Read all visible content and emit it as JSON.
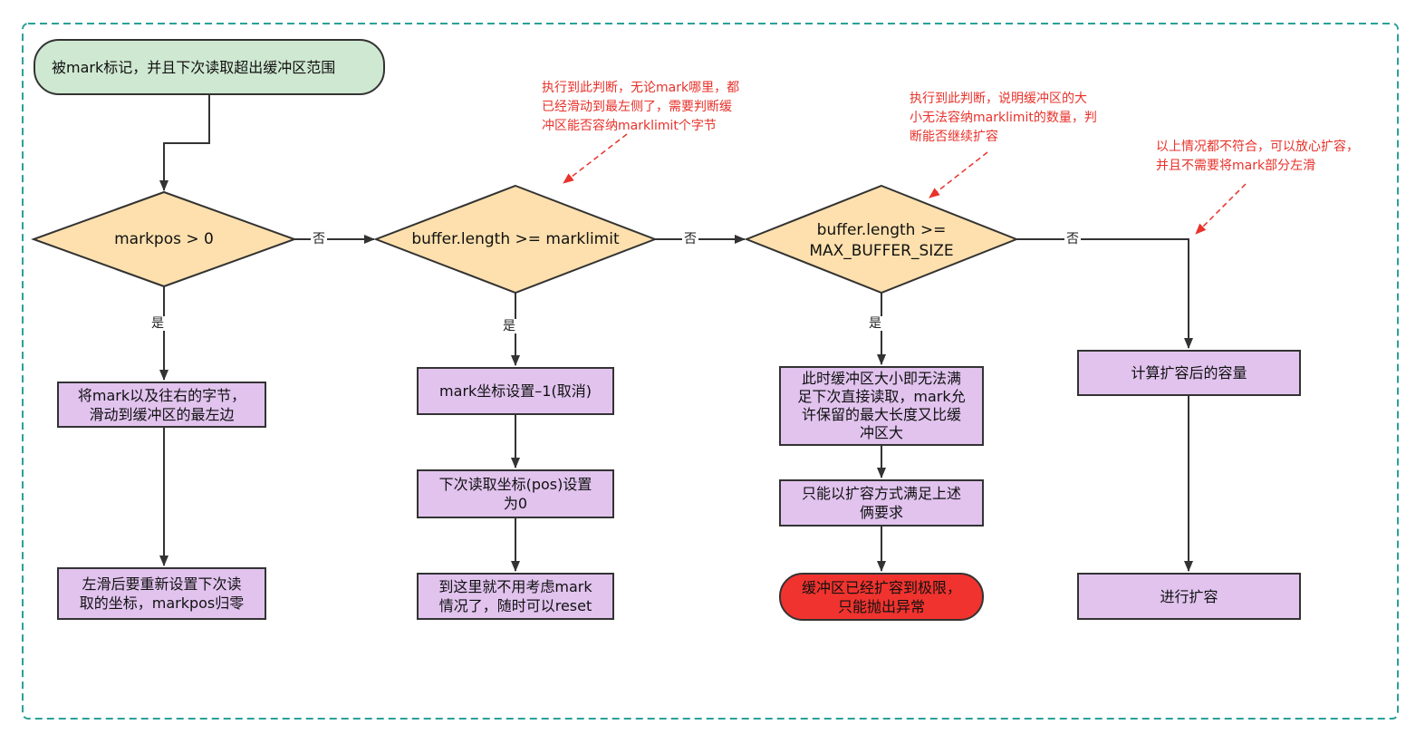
{
  "colors": {
    "container_border": "#2aa198",
    "start_fill": "#cfe8d1",
    "decision_fill": "#fde0ad",
    "process_fill": "#e1c3ee",
    "terminal_fill": "#f0332e",
    "note_text": "#e8322b",
    "stroke": "#333333"
  },
  "start": {
    "text": "被mark标记，并且下次读取超出缓冲区范围"
  },
  "decisions": {
    "d1": {
      "text": "markpos > 0"
    },
    "d2": {
      "text": "buffer.length >= marklimit"
    },
    "d3": {
      "line1": "buffer.length >=",
      "line2": "MAX_BUFFER_SIZE"
    }
  },
  "edge_labels": {
    "no1": "否",
    "no2": "否",
    "no3": "否",
    "yes1": "是",
    "yes2": "是",
    "yes3": "是"
  },
  "column1": {
    "slide": {
      "line1": "将mark以及往右的字节，",
      "line2": "滑动到缓冲区的最左边"
    },
    "reset": {
      "line1": "左滑后要重新设置下次读",
      "line2": "取的坐标，markpos归零"
    }
  },
  "column2": {
    "cancel": {
      "text": "mark坐标设置–1(取消)"
    },
    "pos_zero": {
      "line1": "下次读取坐标(pos)设置",
      "line2": "为0"
    },
    "no_mark": {
      "line1": "到这里就不用考虑mark",
      "line2": "情况了，随时可以reset"
    }
  },
  "column3": {
    "cannot": {
      "line1": "此时缓冲区大小即无法满",
      "line2": "足下次直接读取，mark允",
      "line3": "许保留的最大长度又比缓",
      "line4": "冲区大"
    },
    "expand_only": {
      "line1": "只能以扩容方式满足上述",
      "line2": "俩要求"
    },
    "throw": {
      "line1": "缓冲区已经扩容到极限，",
      "line2": "只能抛出异常"
    }
  },
  "column4": {
    "calc": {
      "text": "计算扩容后的容量"
    },
    "expand": {
      "text": "进行扩容"
    }
  },
  "notes": {
    "n1": {
      "line1": "执行到此判断，无论mark哪里，都",
      "line2": "已经滑动到最左侧了，需要判断缓",
      "line3": "冲区能否容纳marklimit个字节"
    },
    "n2": {
      "line1": "执行到此判断，说明缓冲区的大",
      "line2": "小无法容纳marklimit的数量，判",
      "line3": "断能否继续扩容"
    },
    "n3": {
      "line1": "以上情况都不符合，可以放心扩容，",
      "line2": "并且不需要将mark部分左滑"
    }
  }
}
